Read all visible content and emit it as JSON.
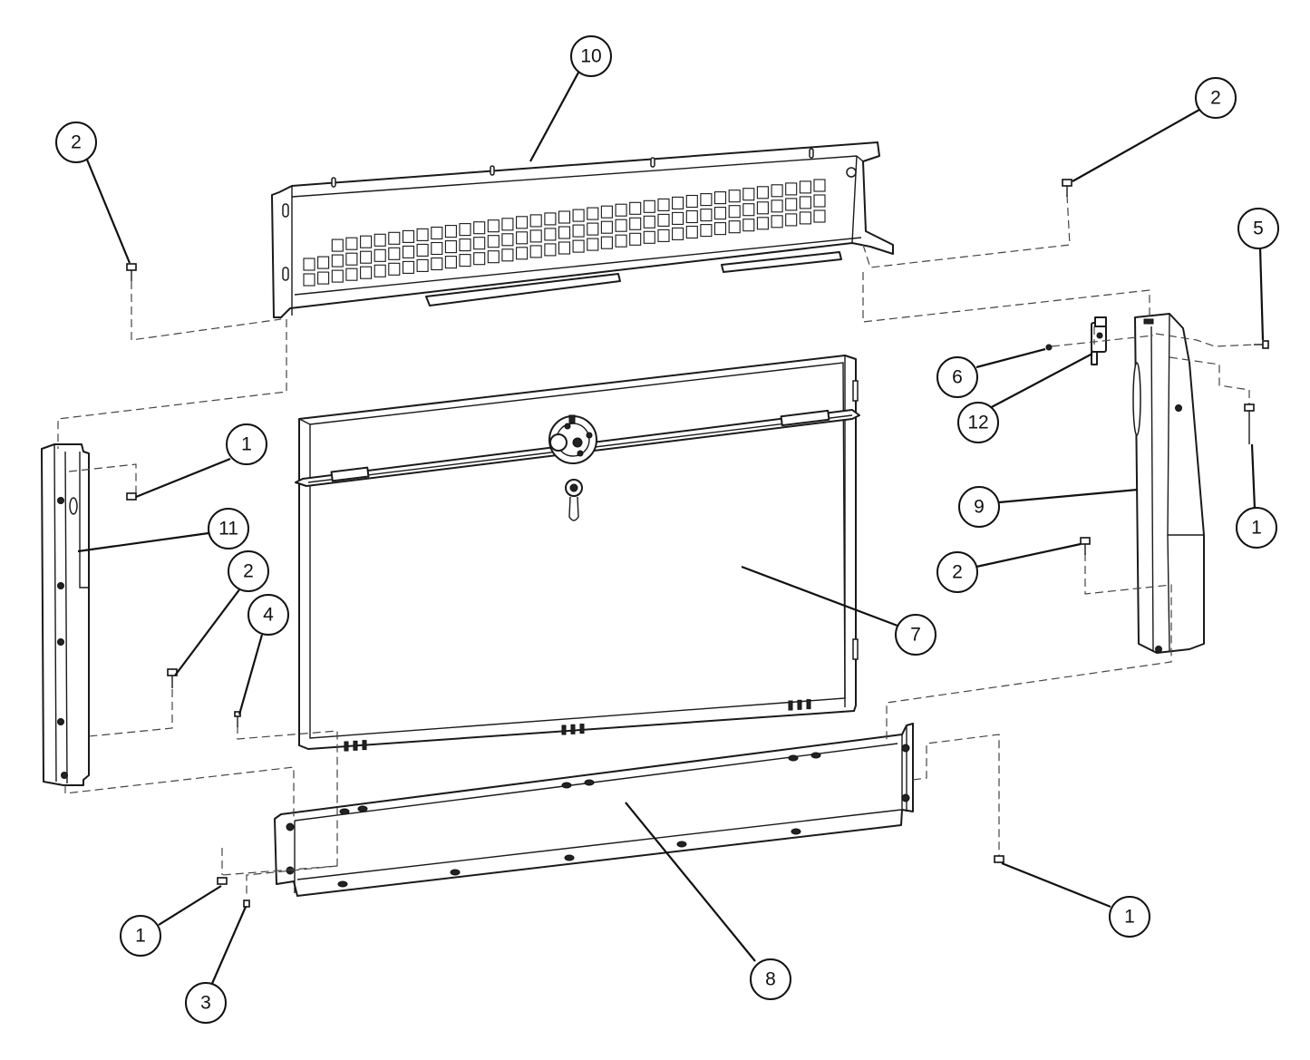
{
  "callouts": [
    {
      "id": "c10",
      "label": "10"
    },
    {
      "id": "c2a",
      "label": "2"
    },
    {
      "id": "c2b",
      "label": "2"
    },
    {
      "id": "c5",
      "label": "5"
    },
    {
      "id": "c6",
      "label": "6"
    },
    {
      "id": "c12",
      "label": "12"
    },
    {
      "id": "c1a",
      "label": "1"
    },
    {
      "id": "c11",
      "label": "11"
    },
    {
      "id": "c2c",
      "label": "2"
    },
    {
      "id": "c4",
      "label": "4"
    },
    {
      "id": "c9",
      "label": "9"
    },
    {
      "id": "c1b",
      "label": "1"
    },
    {
      "id": "c2d",
      "label": "2"
    },
    {
      "id": "c7",
      "label": "7"
    },
    {
      "id": "c1c",
      "label": "1"
    },
    {
      "id": "c3",
      "label": "3"
    },
    {
      "id": "c8",
      "label": "8"
    },
    {
      "id": "c1d",
      "label": "1"
    }
  ]
}
